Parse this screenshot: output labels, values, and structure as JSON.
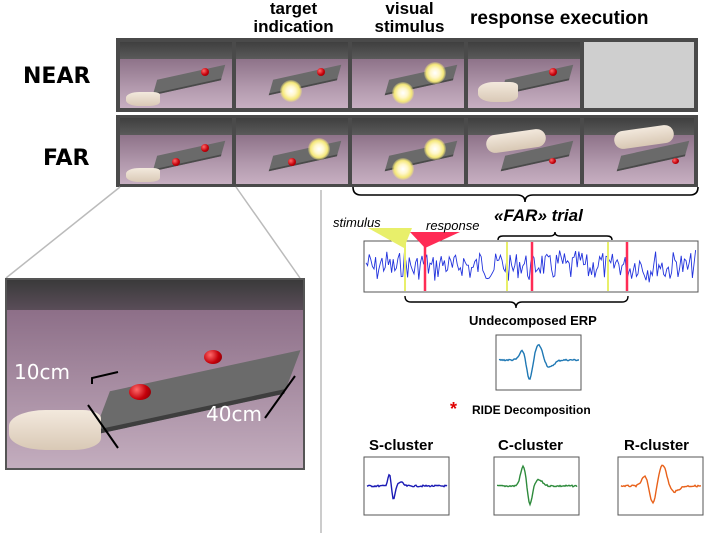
{
  "headers": {
    "target_indication": "target\nindication",
    "visual_stimulus": "visual\nstimulus",
    "response_execution": "response execution"
  },
  "rows": {
    "near": "NEAR",
    "far": "FAR"
  },
  "zoom": {
    "width_label": "10cm",
    "length_label": "40cm"
  },
  "trial": {
    "title": "«FAR» trial",
    "stimulus_label": "stimulus",
    "response_label": "response",
    "colors": {
      "stimulus": "#e8ef6a",
      "response": "#ff2b55",
      "signal": "#2233dd"
    }
  },
  "erp": {
    "undecomposed_label": "Undecomposed ERP"
  },
  "ride": {
    "label": "RIDE Decomposition",
    "asterisk": "*"
  },
  "clusters": [
    {
      "label": "S-cluster",
      "color": "#1b1bb5"
    },
    {
      "label": "C-cluster",
      "color": "#2e8b3c"
    },
    {
      "label": "R-cluster",
      "color": "#e8611a"
    }
  ]
}
